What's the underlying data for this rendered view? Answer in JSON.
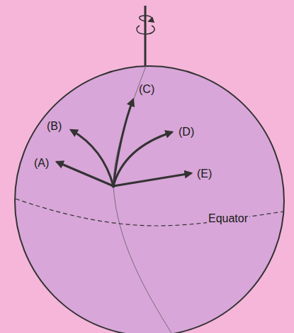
{
  "diagram": {
    "labels": [
      "(A)",
      "(B)",
      "(C)",
      "(D)",
      "(E)",
      "Equator"
    ]
  }
}
